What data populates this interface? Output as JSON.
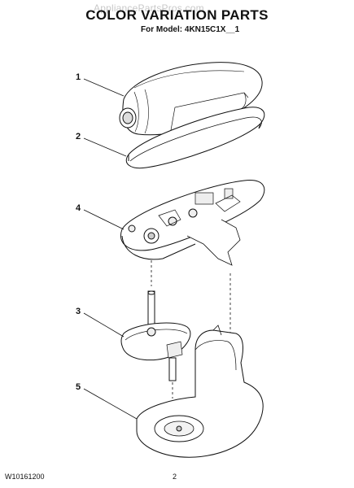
{
  "header": {
    "watermark": "AppliancePartsPros.com",
    "title": "COLOR VARIATION PARTS",
    "subtitle": "For Model: 4KN15C1X__1"
  },
  "callouts": [
    "1",
    "2",
    "4",
    "3",
    "5"
  ],
  "footer": {
    "doc_number": "W10161200",
    "page_number": "2"
  }
}
